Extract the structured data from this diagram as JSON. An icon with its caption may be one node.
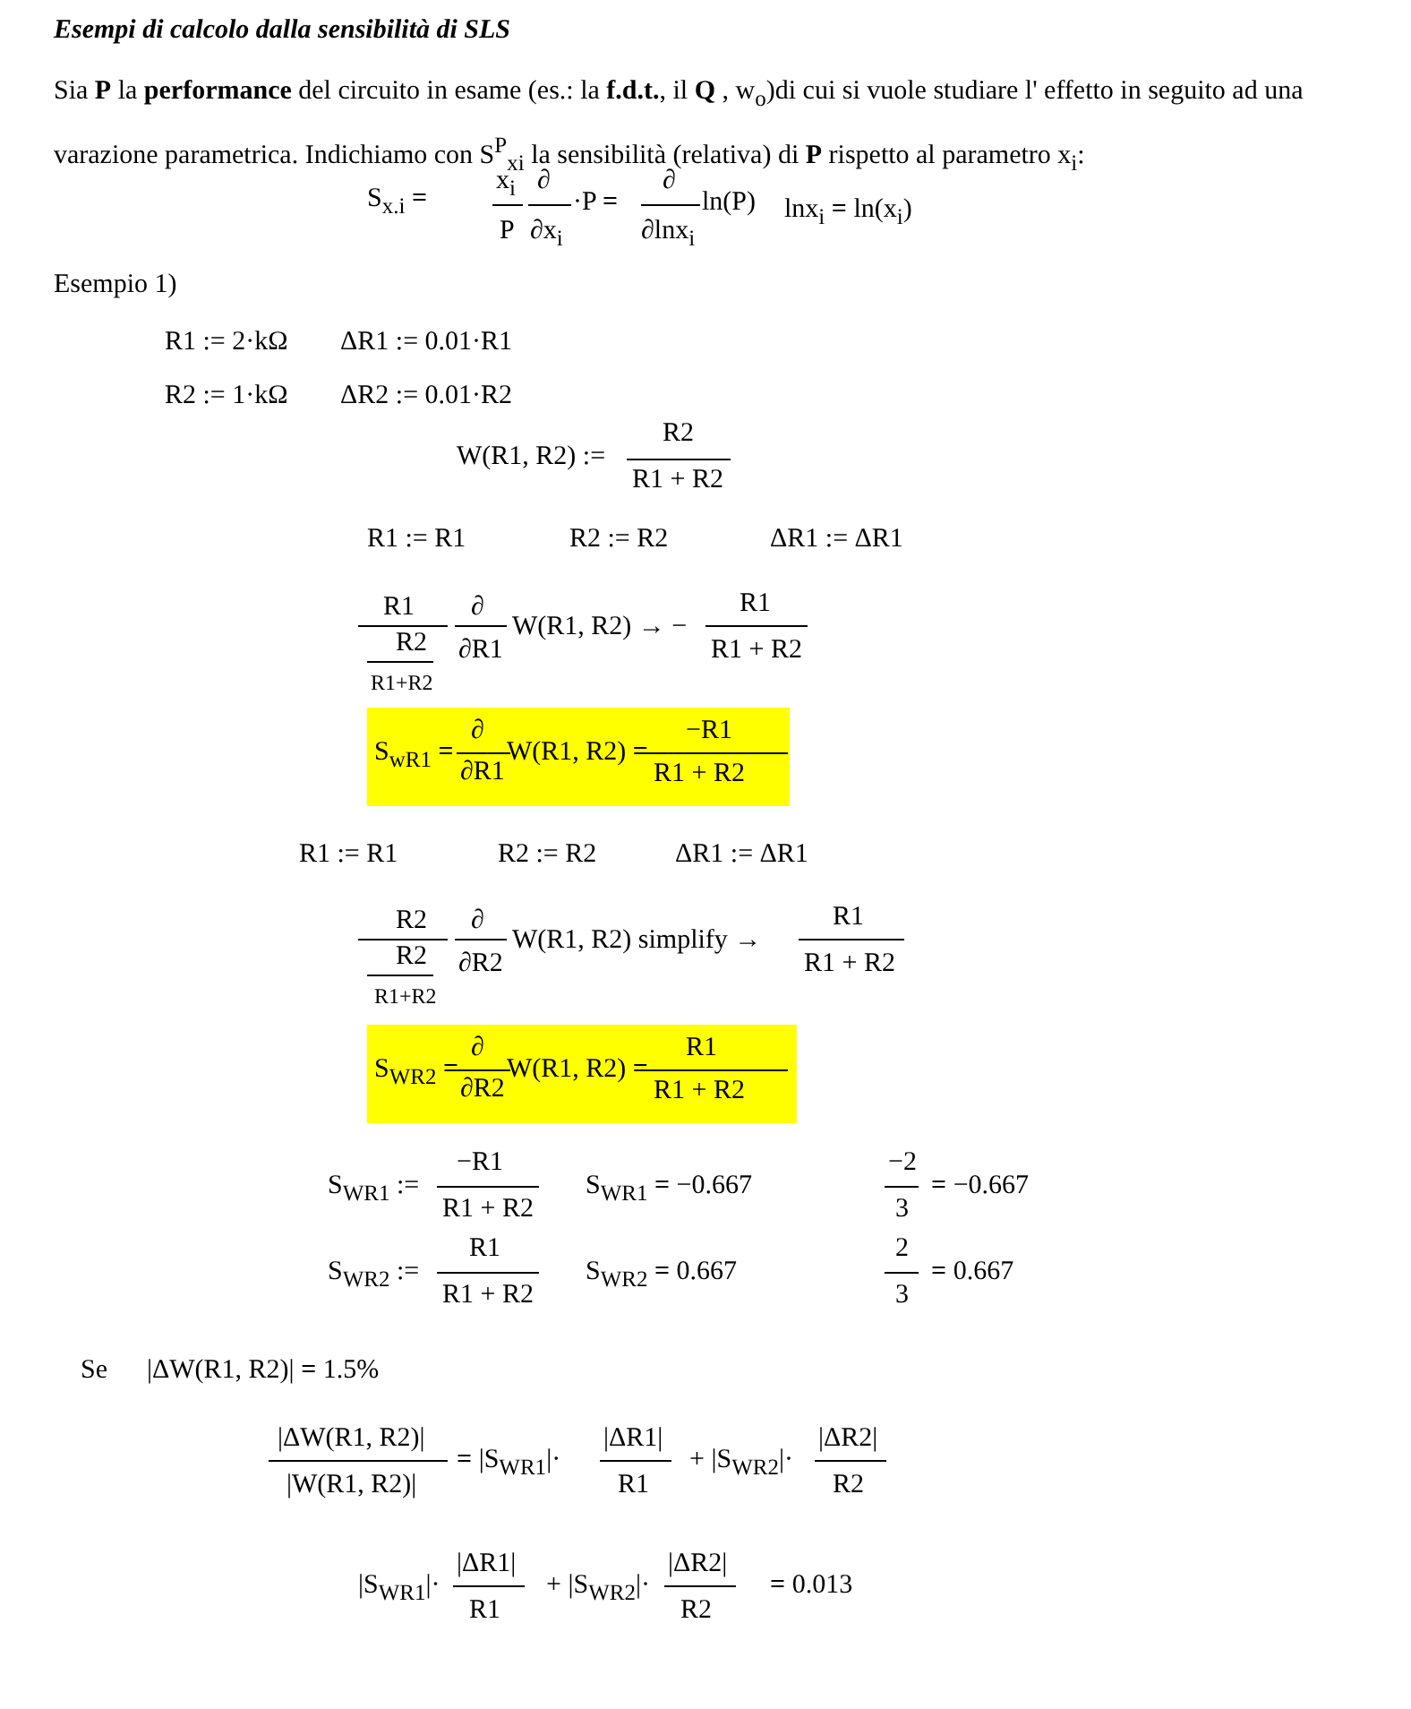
{
  "diagram": {
    "title": "Esempi di calcolo dalla sensibilità di SLS",
    "nodes": [
      {
        "text": [
          "S$_{wR1}$ **=**",
          "∂",
          "∂R1",
          "W(R1, R2) **=**",
          "−R1",
          "R1 + R2"
        ]
      },
      {
        "text": [
          "S$_{WR2}$ **=**",
          "∂",
          "∂R2",
          "W(R1, R2) **=**",
          "R1",
          "R1 + R2"
        ]
      }
    ],
    "labels": [
      "Sia **P** la **performance** del circuito in esame (es.: la **f.d.t.**, il **Q** , w$_{o}$)di cui si vuole studiare l' effetto in seguito ad una varazione parametrica. Indichiamo con S$^{P}$$_{xi}$ la sensibilità (relativa) di **P** rispetto al parametro x$_{i}$:",
      "S$_{x.i}$ **=**",
      "x$_{i}$",
      "P",
      "∂",
      "∂x$_{i}$",
      "·P **=**",
      "∂",
      "∂lnx$_{i}$",
      "ln(P)",
      "lnx$_{i}$ **=** ln(x$_{i}$)",
      "Esempio 1)",
      "R1 := 2·kΩ",
      "ΔR1 := 0.01·R1",
      "R2 := 1·kΩ",
      "ΔR2 := 0.01·R2",
      "W(R1, R2) :=",
      "R2",
      "R1 + R2",
      "R1 := R1",
      "R2 := R2",
      "ΔR1 := ΔR1",
      "R1",
      "R2",
      "R1+R2",
      "∂",
      "∂R1",
      "W(R1, R2) → −",
      "R1",
      "R1 + R2",
      "R1 := R1",
      "R2 := R2",
      "ΔR1 := ΔR1",
      "R2",
      "R2",
      "R1+R2",
      "∂",
      "∂R2",
      "W(R1, R2)  simplify  →",
      "R1",
      "R1 + R2",
      "S$_{WR1}$ :=",
      "−R1",
      "R1 + R2",
      "S$_{WR1}$ **=** −0.667",
      "−2",
      "3",
      "**=** −0.667",
      "S$_{WR2}$ :=",
      "R1",
      "R1 + R2",
      "S$_{WR2}$ **=** 0.667",
      "2",
      "3",
      "**=** 0.667",
      "Se",
      "|ΔW(R1, R2)| **=** 1.5%",
      "|ΔW(R1, R2)|",
      "|W(R1, R2)|",
      "**=** |S$_{WR1}$|·",
      "|ΔR1|",
      "R1",
      "+ |S$_{WR2}$|·",
      "|ΔR2|",
      "R2",
      "|S$_{WR1}$|·",
      "|ΔR1|",
      "R1",
      "+ |S$_{WR2}$|·",
      "|ΔR2|",
      "R2",
      "**=** 0.013"
    ]
  }
}
